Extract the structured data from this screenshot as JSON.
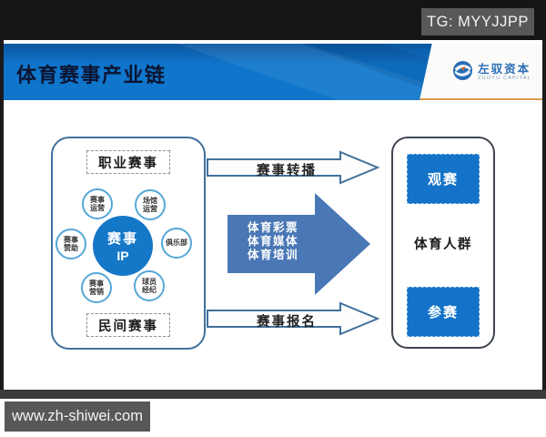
{
  "watermarks": {
    "top_tag": "TG: MYYJJPP",
    "bottom_url": "www.zh-shiwei.com"
  },
  "header": {
    "title": "体育赛事产业链",
    "logo": {
      "name": "左驭资本",
      "subtitle": "ZUOYU CAPITAL"
    }
  },
  "left_panel": {
    "top_label": "职业赛事",
    "bottom_label": "民间赛事",
    "core": {
      "line1": "赛事",
      "line2": "IP"
    },
    "satellites": [
      {
        "id": "event-operation",
        "label": "赛事\n运营"
      },
      {
        "id": "venue-operation",
        "label": "场馆\n运营"
      },
      {
        "id": "event-sponsorship",
        "label": "赛事\n赞助"
      },
      {
        "id": "club",
        "label": "俱乐部"
      },
      {
        "id": "event-marketing",
        "label": "赛事\n营销"
      },
      {
        "id": "player-agency",
        "label": "球员\n经纪"
      }
    ]
  },
  "flows": {
    "top_arrow": "赛事转播",
    "bottom_arrow": "赛事报名",
    "center_arrow_lines": "体育彩票\n体育媒体\n体育培训"
  },
  "right_panel": {
    "watch_button": "观赛",
    "group_label": "体育人群",
    "participate_button": "参赛"
  },
  "colors": {
    "banner_blue": "#0f76cc",
    "core_blue": "#1577c8",
    "button_blue": "#1473c8",
    "solid_arrow_blue": "#4a77b5",
    "outline_arrow_border": "#41719c",
    "accent_orange": "#d99a4c",
    "watermark_gray": "#58585a"
  }
}
